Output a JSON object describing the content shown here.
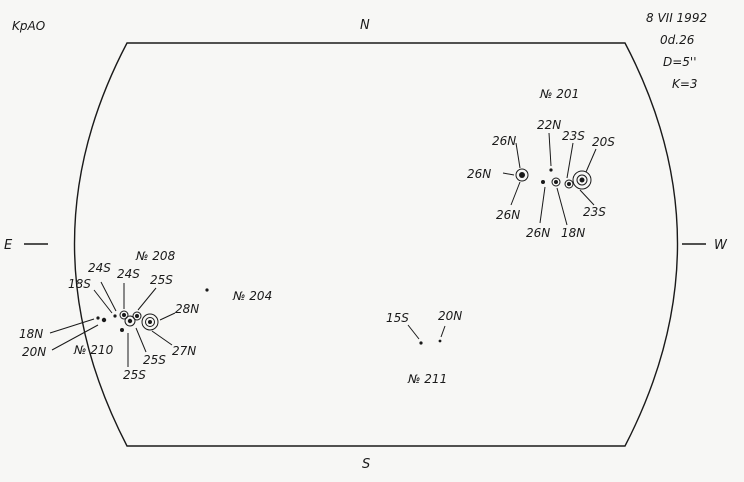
{
  "header": {
    "observatory": "KpAO",
    "date": "8 VII 1992",
    "time": "0d.26",
    "diameter": "D=5''",
    "k": "K=3"
  },
  "directions": {
    "north": "N",
    "south": "S",
    "east": "E",
    "west": "W"
  },
  "regions": {
    "r201": "№ 201",
    "r204": "№ 204",
    "r208": "№ 208",
    "r210": "№ 210",
    "r211": "№ 211"
  },
  "labels": {
    "g201_22N": "22N",
    "g201_23S_top": "23S",
    "g201_20S": "20S",
    "g201_26N_a": "26N",
    "g201_26N_b": "26N",
    "g201_26N_c": "26N",
    "g201_26N_d": "26N",
    "g201_18N": "18N",
    "g201_23S_bot": "23S",
    "gw_18S": "18S",
    "gw_24S_a": "24S",
    "gw_24S_b": "24S",
    "gw_25S_top": "25S",
    "gw_28N": "28N",
    "gw_27N": "27N",
    "gw_25S_mid": "25S",
    "gw_25S_bot": "25S",
    "gw_18N": "18N",
    "gw_20N": "20N",
    "g211_15S": "15S",
    "g211_20N": "20N"
  }
}
